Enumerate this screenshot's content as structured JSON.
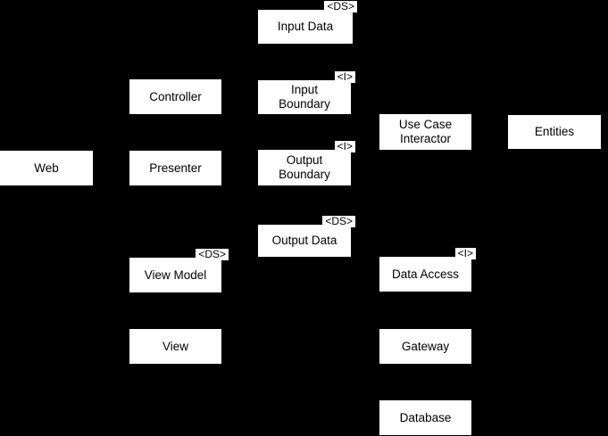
{
  "diagram": {
    "type": "architecture-diagram",
    "colors": {
      "background": "#000000",
      "node_fill": "#ffffff",
      "node_text": "#000000"
    },
    "stereotype_legend": {
      "DS": "<DS>",
      "I": "<I>"
    },
    "nodes": [
      {
        "id": "input-data",
        "label": "Input Data",
        "stereotype": "<DS>"
      },
      {
        "id": "controller",
        "label": "Controller",
        "stereotype": ""
      },
      {
        "id": "input-boundary",
        "label": "Input\nBoundary",
        "stereotype": "<I>"
      },
      {
        "id": "use-case-interactor",
        "label": "Use Case\nInteractor",
        "stereotype": ""
      },
      {
        "id": "entities",
        "label": "Entities",
        "stereotype": ""
      },
      {
        "id": "web",
        "label": "Web",
        "stereotype": ""
      },
      {
        "id": "presenter",
        "label": "Presenter",
        "stereotype": ""
      },
      {
        "id": "output-boundary",
        "label": "Output\nBoundary",
        "stereotype": "<I>"
      },
      {
        "id": "output-data",
        "label": "Output Data",
        "stereotype": "<DS>"
      },
      {
        "id": "view-model",
        "label": "View Model",
        "stereotype": "<DS>"
      },
      {
        "id": "data-access",
        "label": "Data Access",
        "stereotype": "<I>"
      },
      {
        "id": "view",
        "label": "View",
        "stereotype": ""
      },
      {
        "id": "gateway",
        "label": "Gateway",
        "stereotype": ""
      },
      {
        "id": "database",
        "label": "Database",
        "stereotype": ""
      }
    ]
  }
}
